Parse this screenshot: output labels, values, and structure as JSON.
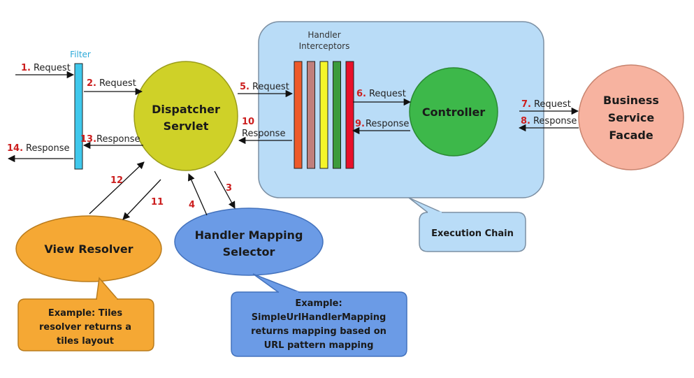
{
  "filter_label": "Filter",
  "interceptors_label": [
    "Handler",
    "Interceptors"
  ],
  "nodes": {
    "dispatcher": [
      "Dispatcher",
      "Servlet"
    ],
    "controller": "Controller",
    "business": [
      "Business",
      "Service",
      "Facade"
    ],
    "view_resolver": "View Resolver",
    "handler_mapping": [
      "Handler Mapping",
      "Selector"
    ]
  },
  "callouts": {
    "execution_chain": "Execution Chain",
    "view_example": [
      "Example: Tiles",
      "resolver returns a",
      "tiles layout"
    ],
    "mapping_example": [
      "Example:",
      "SimpleUrlHandlerMapping",
      "returns mapping based on",
      "URL pattern mapping"
    ]
  },
  "steps": {
    "s1": {
      "num": "1.",
      "text": "Request"
    },
    "s2": {
      "num": "2.",
      "text": "Request"
    },
    "s3": {
      "num": "3",
      "text": ""
    },
    "s4": {
      "num": "4",
      "text": ""
    },
    "s5": {
      "num": "5.",
      "text": "Request"
    },
    "s6": {
      "num": "6.",
      "text": "Request"
    },
    "s7": {
      "num": "7.",
      "text": "Request"
    },
    "s8": {
      "num": "8.",
      "text": "Response"
    },
    "s9": {
      "num": "9.",
      "text": "Response"
    },
    "s10": {
      "num": "10",
      "text": "Response"
    },
    "s11": {
      "num": "11",
      "text": ""
    },
    "s12": {
      "num": "12",
      "text": ""
    },
    "s13": {
      "num": "13.",
      "text": "Response"
    },
    "s14": {
      "num": "14.",
      "text": "Response"
    }
  },
  "colors": {
    "filter_bar": "#3fc8ec",
    "dispatcher": "#cfd128",
    "controller": "#3db84a",
    "business": "#f7b3a0",
    "view_resolver": "#f5a834",
    "handler_mapping": "#6b9be6",
    "execution_chain_bg": "#b9dcf7",
    "interceptor_bars": [
      "#ee5a2a",
      "#c07f7c",
      "#f5f52a",
      "#3c9b3c",
      "#e8102a"
    ]
  }
}
